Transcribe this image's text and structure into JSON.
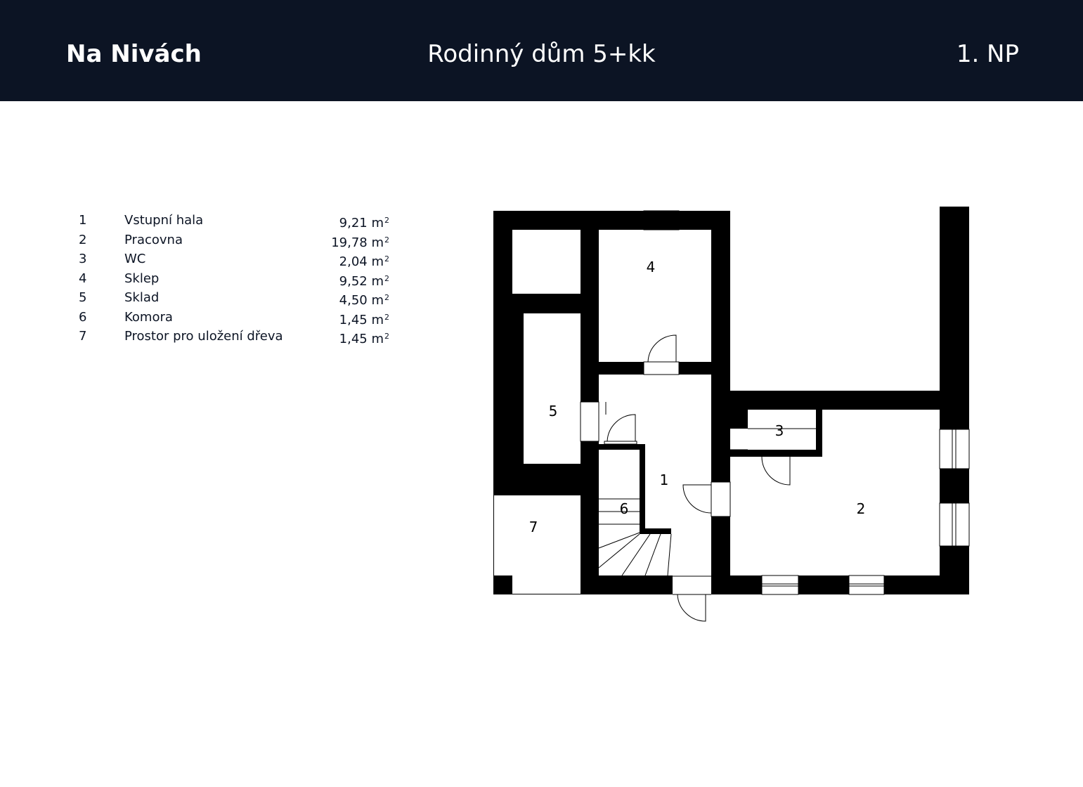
{
  "header": {
    "brand": "Na Nivách",
    "title": "Rodinný dům 5+kk",
    "floor": "1. NP"
  },
  "rooms": [
    {
      "num": "1",
      "name": "Vstupní hala",
      "area": "9,21",
      "unit": "m",
      "exp": "2"
    },
    {
      "num": "2",
      "name": "Pracovna",
      "area": "19,78",
      "unit": "m",
      "exp": "2"
    },
    {
      "num": "3",
      "name": "WC",
      "area": "2,04",
      "unit": "m",
      "exp": "2"
    },
    {
      "num": "4",
      "name": "Sklep",
      "area": "9,52",
      "unit": "m",
      "exp": "2"
    },
    {
      "num": "5",
      "name": "Sklad",
      "area": "4,50",
      "unit": "m",
      "exp": "2"
    },
    {
      "num": "6",
      "name": "Komora",
      "area": "1,45",
      "unit": "m",
      "exp": "2"
    },
    {
      "num": "7",
      "name": "Prostor pro uložení dřeva",
      "area": "1,45",
      "unit": "m",
      "exp": "2"
    }
  ],
  "colors": {
    "header_bg": "#0c1424",
    "header_text": "#ffffff",
    "wall": "#000000",
    "text": "#0c1424"
  }
}
